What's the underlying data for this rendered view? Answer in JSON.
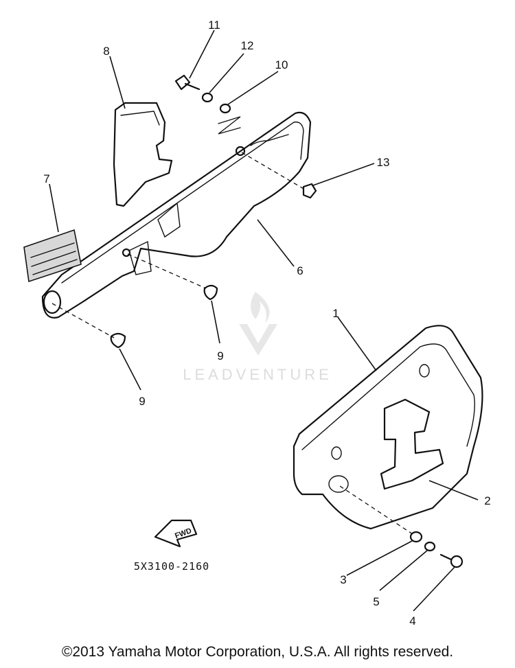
{
  "diagram": {
    "callouts": [
      "11",
      "12",
      "10",
      "8",
      "13",
      "7",
      "6",
      "1",
      "9",
      "9",
      "2",
      "3",
      "5",
      "4"
    ],
    "fwd_label": "FWD",
    "part_code": "5X3100-2160",
    "watermark": "LEADVENTURE"
  },
  "footer": {
    "copyright": "©2013 Yamaha Motor Corporation, U.S.A. All rights reserved."
  }
}
